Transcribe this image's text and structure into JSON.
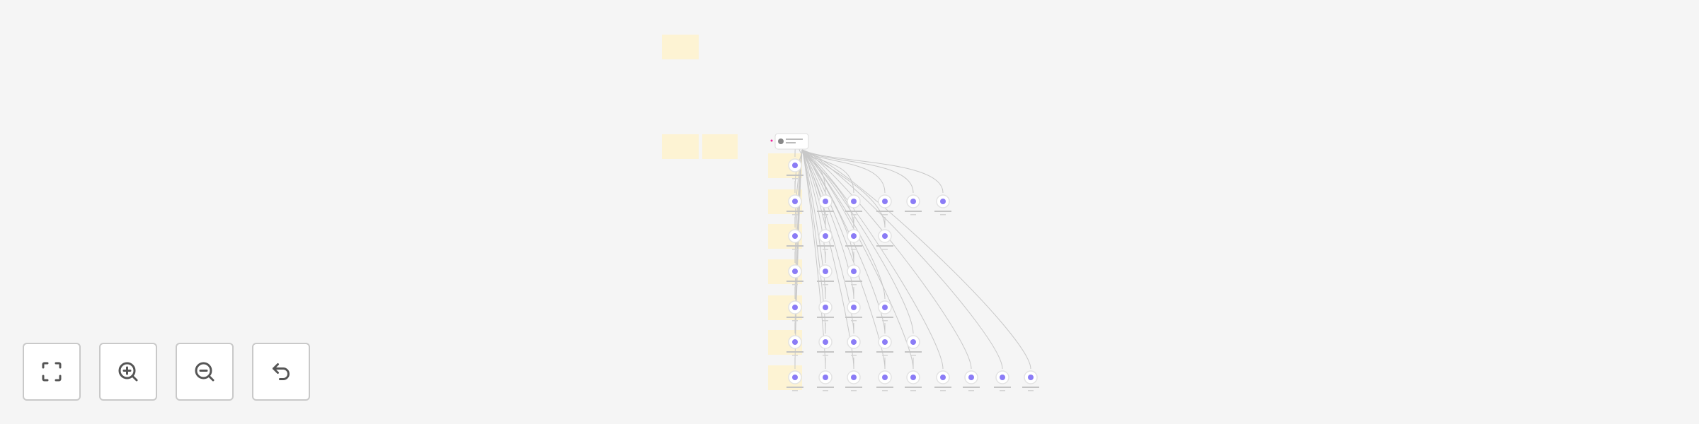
{
  "canvas": {
    "background": "#f5f5f5",
    "group_color": "#fdf3d3",
    "node_color": "#8b7cf6",
    "edge_color": "#c8c8c8"
  },
  "graph": {
    "root": {
      "icon": "root-node-icon"
    },
    "rows": [
      1,
      6,
      4,
      3,
      4,
      5,
      9
    ]
  },
  "controls": [
    {
      "name": "fit-view-button",
      "icon": "fullscreen-icon"
    },
    {
      "name": "zoom-in-button",
      "icon": "zoom-in-icon"
    },
    {
      "name": "zoom-out-button",
      "icon": "zoom-out-icon"
    },
    {
      "name": "undo-button",
      "icon": "undo-icon"
    }
  ]
}
